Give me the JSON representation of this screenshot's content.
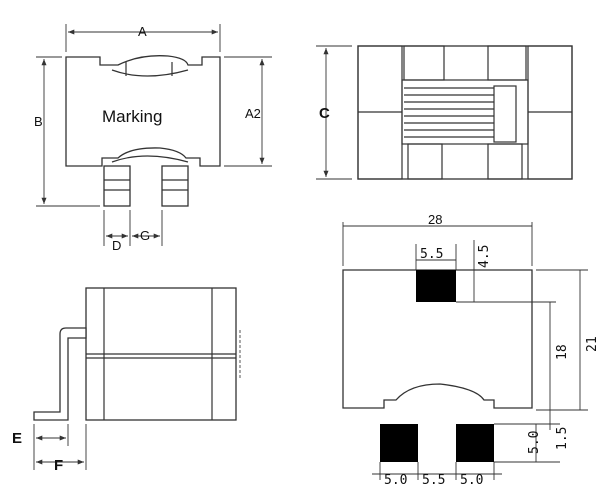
{
  "top_view": {
    "label_a": "A",
    "label_b": "B",
    "label_a2": "A2",
    "label_d": "D",
    "label_g": "G",
    "marking_text": "Marking"
  },
  "front_view": {
    "label_c": "C"
  },
  "side_view": {
    "label_e": "E",
    "label_f": "F"
  },
  "land_pattern": {
    "width": "28",
    "pad_width_top": "5.5",
    "pad_height_top": "4.5",
    "center_height": "18",
    "total_height": "21",
    "pad_height_bottom": "5.0",
    "gap_bottom": "1.5",
    "pad_width_left": "5.0",
    "pad_gap": "5.5",
    "pad_width_right": "5.0"
  }
}
